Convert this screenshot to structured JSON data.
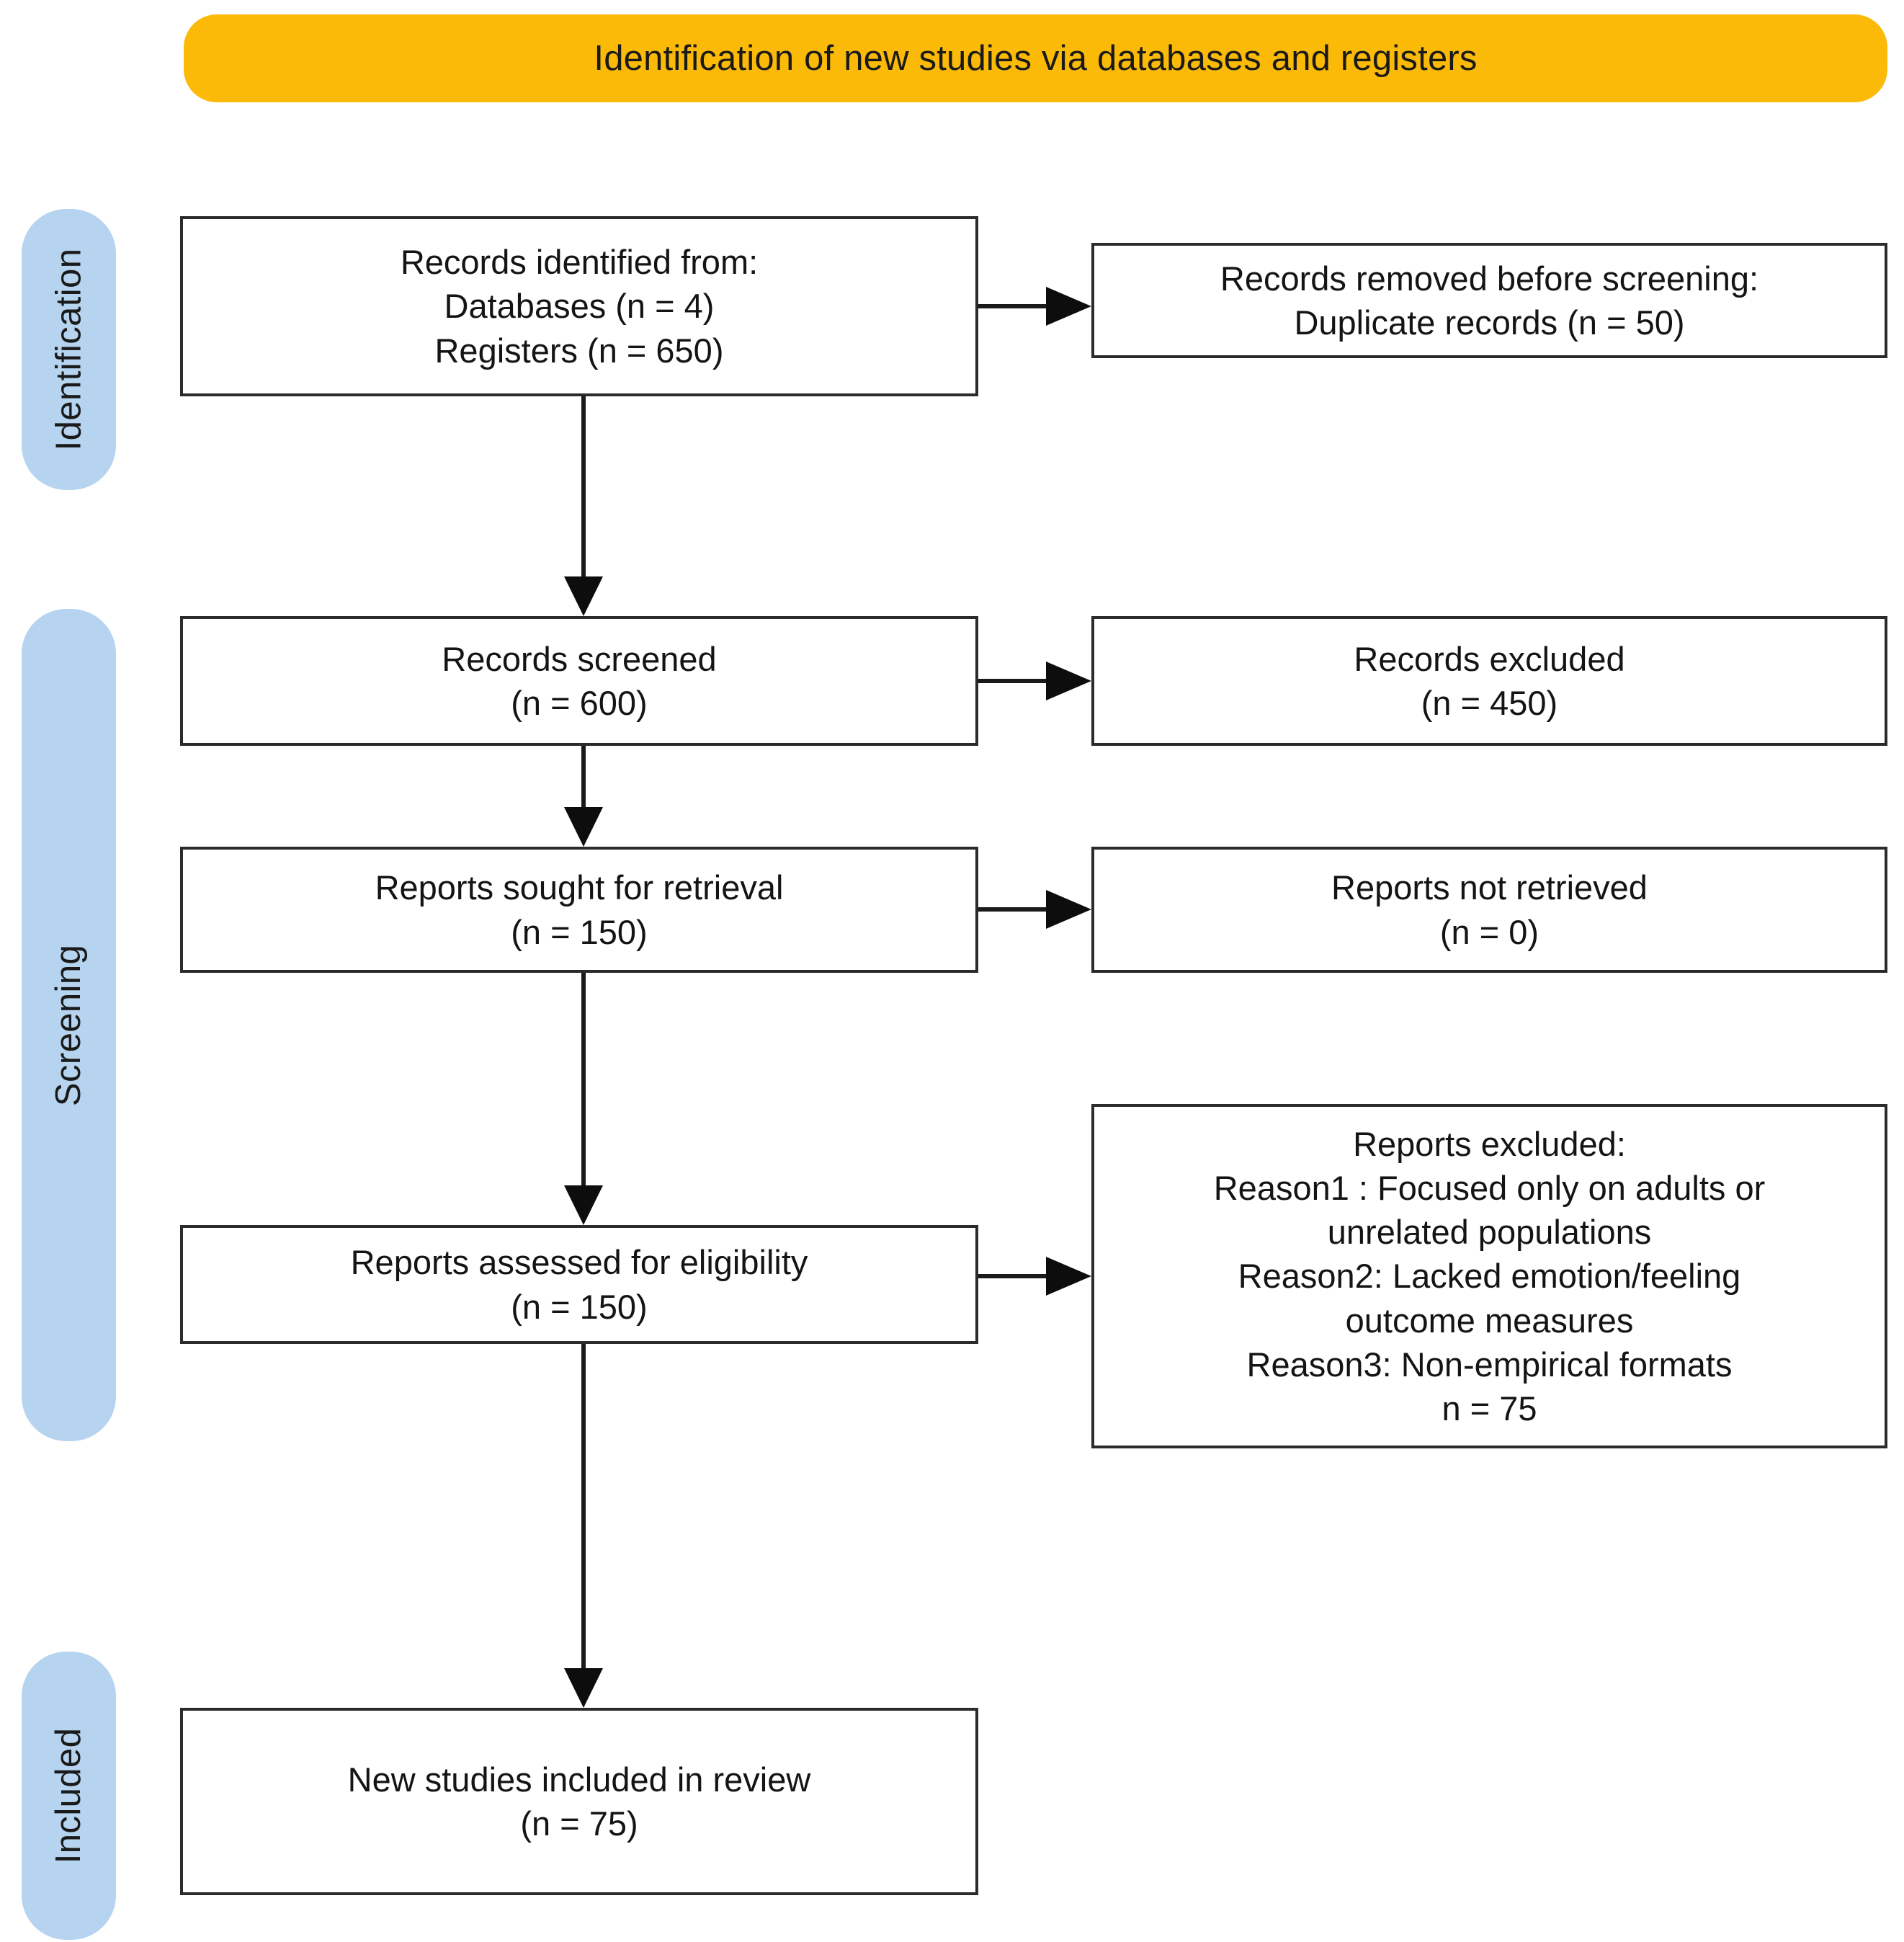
{
  "banner": {
    "title": "Identification of new studies via databases and registers",
    "color": "#FBBA07"
  },
  "stages": {
    "color": "#B6D4EF",
    "identification": "Identification",
    "screening": "Screening",
    "included": "Included"
  },
  "boxes": {
    "identified": {
      "line1": "Records identified from:",
      "line2": "Databases (n = 4)",
      "line3": "Registers (n = 650)"
    },
    "removed": {
      "line1": "Records removed before screening:",
      "line2": "Duplicate records (n = 50)"
    },
    "screened": {
      "line1": "Records screened",
      "line2": "(n = 600)"
    },
    "records_excluded": {
      "line1": "Records excluded",
      "line2": "(n = 450)"
    },
    "sought": {
      "line1": "Reports sought for retrieval",
      "line2": "(n = 150)"
    },
    "not_retrieved": {
      "line1": "Reports not retrieved",
      "line2": "(n = 0)"
    },
    "assessed": {
      "line1": "Reports assessed for eligibility",
      "line2": "(n = 150)"
    },
    "reports_excluded": {
      "line1": "Reports excluded:",
      "line2": "Reason1 : Focused only on adults or",
      "line3": "unrelated populations",
      "line4": "Reason2: Lacked emotion/feeling",
      "line5": "outcome measures",
      "line6": "Reason3: Non-empirical formats",
      "line7": "n = 75"
    },
    "included": {
      "line1": "New studies included in review",
      "line2": "(n = 75)"
    }
  },
  "flow_data": {
    "type": "prisma-flow",
    "records_identified_databases": 4,
    "records_identified_registers": 650,
    "duplicate_records_removed": 50,
    "records_screened": 600,
    "records_excluded": 450,
    "reports_sought_for_retrieval": 150,
    "reports_not_retrieved": 0,
    "reports_assessed_for_eligibility": 150,
    "reports_excluded_total": 75,
    "new_studies_included": 75
  }
}
